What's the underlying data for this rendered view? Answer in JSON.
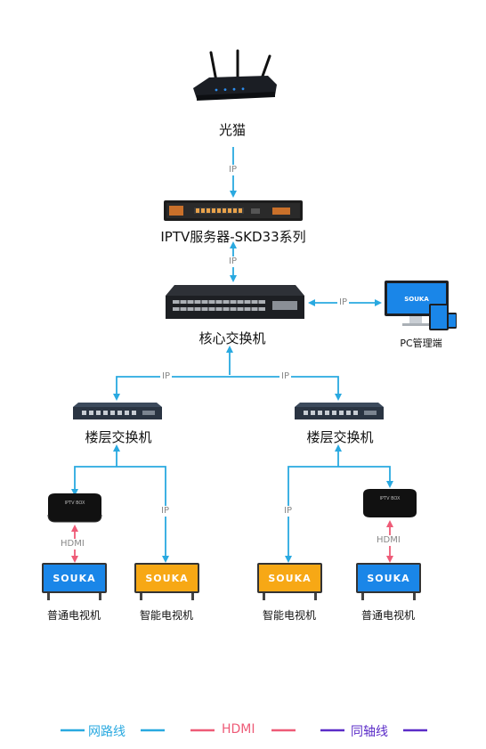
{
  "devices": {
    "modem_label": "光猫",
    "server_label": "IPTV服务器-SKD33系列",
    "core_switch_label": "核心交换机",
    "pc_label": "PC管理端",
    "floor_switch_left_label": "楼层交换机",
    "floor_switch_right_label": "楼层交换机",
    "tv_brand": "SOUKA",
    "iptv_box_text": "IPTV BOX",
    "tv1_label": "普通电视机",
    "tv2_label": "智能电视机",
    "tv3_label": "智能电视机",
    "tv4_label": "普通电视机"
  },
  "connections": {
    "ip": "IP",
    "hdmi": "HDMI"
  },
  "legend": {
    "network_label": "网路线",
    "hdmi_label": "HDMI",
    "coax_label": "同轴线"
  },
  "colors": {
    "network": "#29a9e0",
    "hdmi": "#ee5b77",
    "coax": "#5b2cc8",
    "blue_tv": "#1a86e8",
    "orange_tv": "#f7a815"
  }
}
